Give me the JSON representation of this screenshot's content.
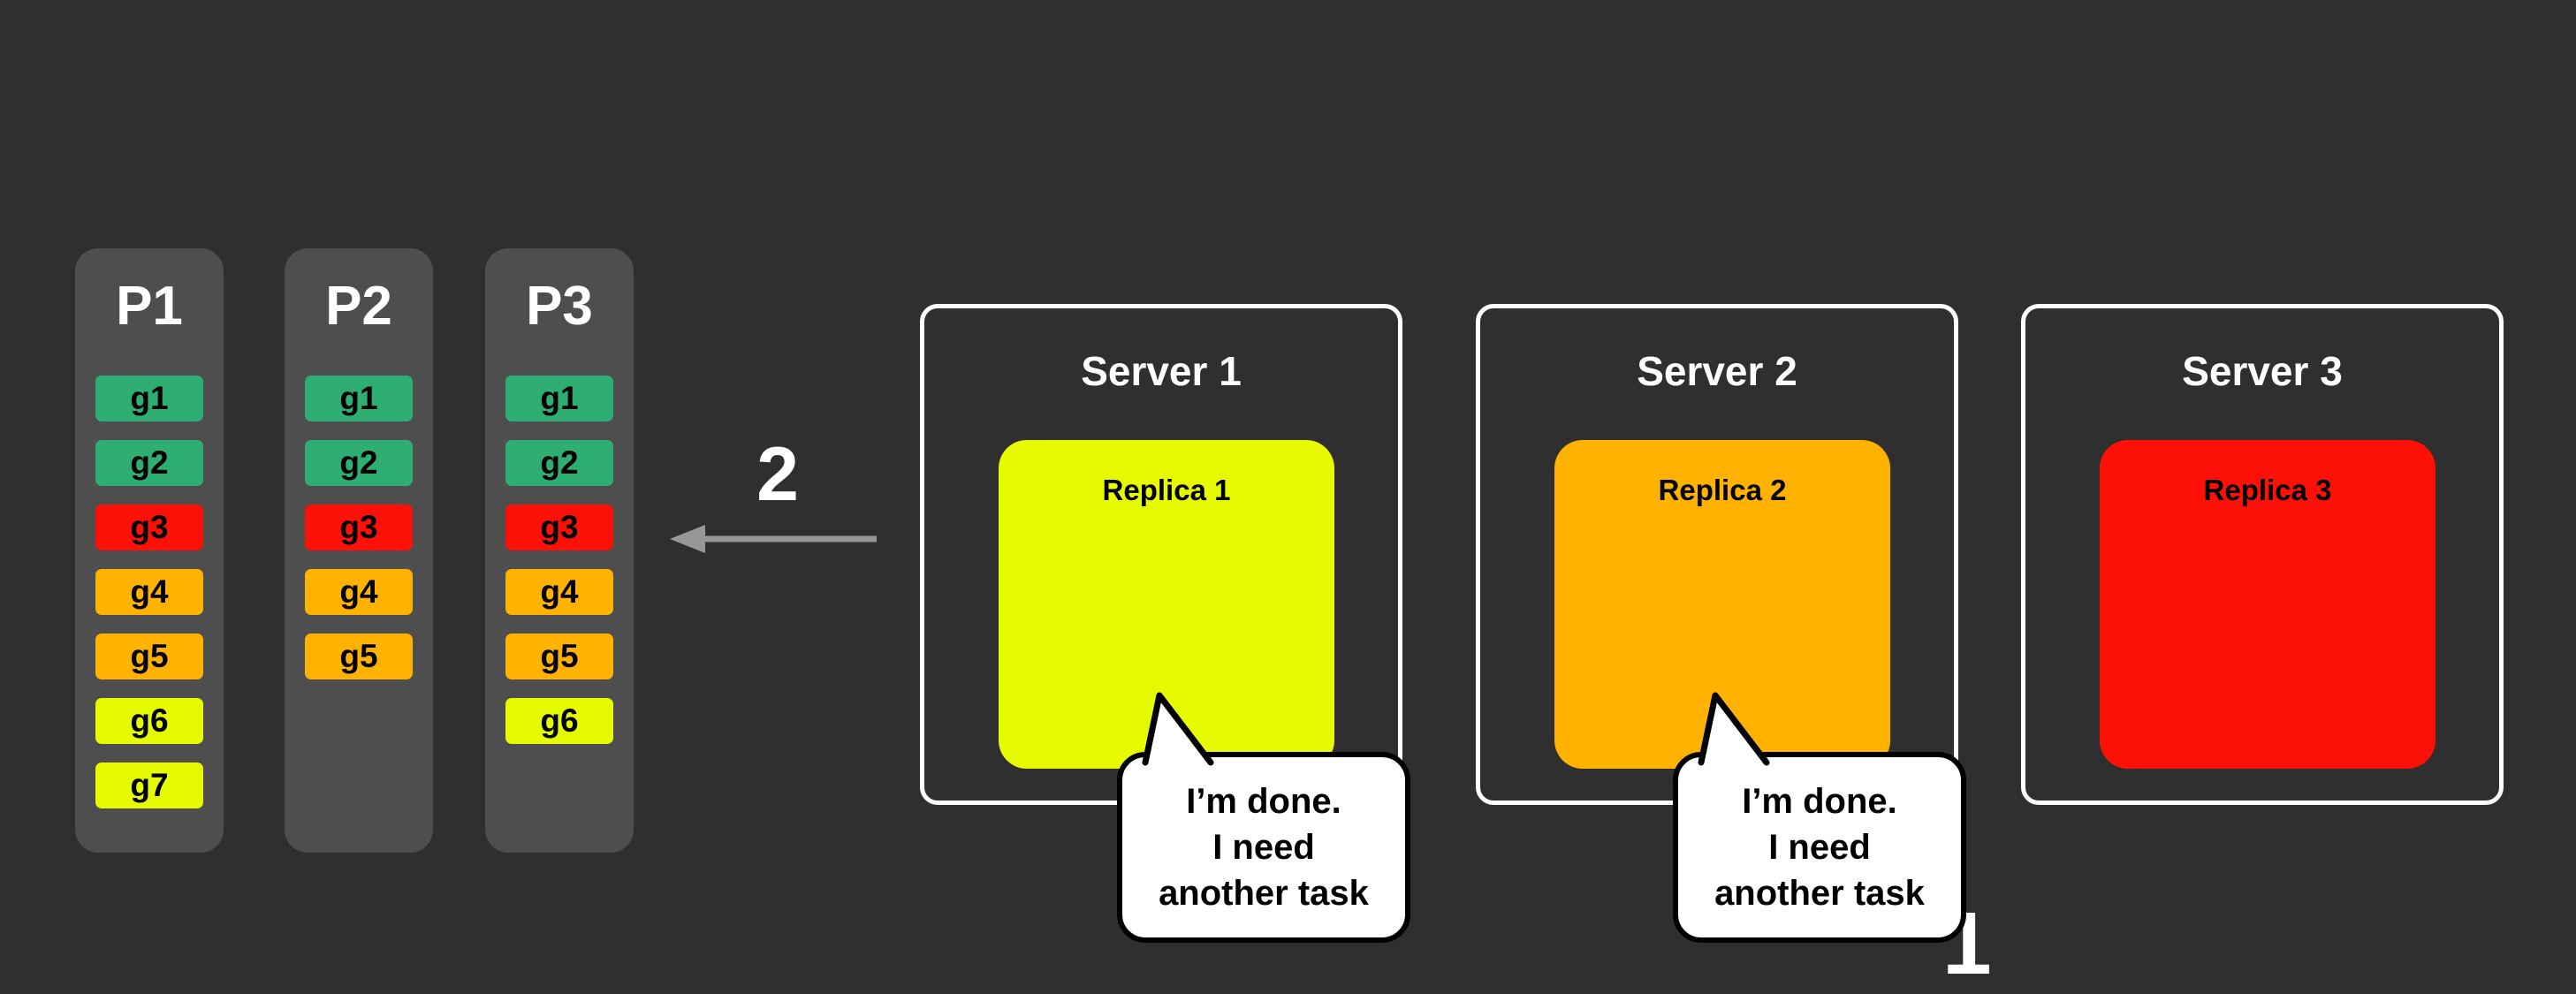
{
  "partitions": [
    {
      "title": "P1",
      "cells": [
        {
          "label": "g1",
          "color": "#2fae73"
        },
        {
          "label": "g2",
          "color": "#2fae73"
        },
        {
          "label": "g3",
          "color": "#fd1008"
        },
        {
          "label": "g4",
          "color": "#ffb300"
        },
        {
          "label": "g5",
          "color": "#ffb300"
        },
        {
          "label": "g6",
          "color": "#e6fb00"
        },
        {
          "label": "g7",
          "color": "#e6fb00"
        }
      ]
    },
    {
      "title": "P2",
      "cells": [
        {
          "label": "g1",
          "color": "#2fae73"
        },
        {
          "label": "g2",
          "color": "#2fae73"
        },
        {
          "label": "g3",
          "color": "#fd1008"
        },
        {
          "label": "g4",
          "color": "#ffb300"
        },
        {
          "label": "g5",
          "color": "#ffb300"
        }
      ]
    },
    {
      "title": "P3",
      "cells": [
        {
          "label": "g1",
          "color": "#2fae73"
        },
        {
          "label": "g2",
          "color": "#2fae73"
        },
        {
          "label": "g3",
          "color": "#fd1008"
        },
        {
          "label": "g4",
          "color": "#ffb300"
        },
        {
          "label": "g5",
          "color": "#ffb300"
        },
        {
          "label": "g6",
          "color": "#e6fb00"
        }
      ]
    }
  ],
  "arrow": {
    "label": "2",
    "color": "#979797"
  },
  "servers": [
    {
      "title": "Server 1",
      "replica": {
        "label": "Replica 1",
        "color": "#e6fb00"
      },
      "bubble": {
        "lines": [
          "I’m done.",
          "I need",
          "another task"
        ]
      }
    },
    {
      "title": "Server 2",
      "replica": {
        "label": "Replica 2",
        "color": "#ffb300"
      },
      "bubble": {
        "lines": [
          "I’m done.",
          "I need",
          "another task"
        ]
      }
    },
    {
      "title": "Server 3",
      "replica": {
        "label": "Replica 3",
        "color": "#fd1008"
      },
      "bubble": null
    }
  ],
  "step_one_label": "1"
}
